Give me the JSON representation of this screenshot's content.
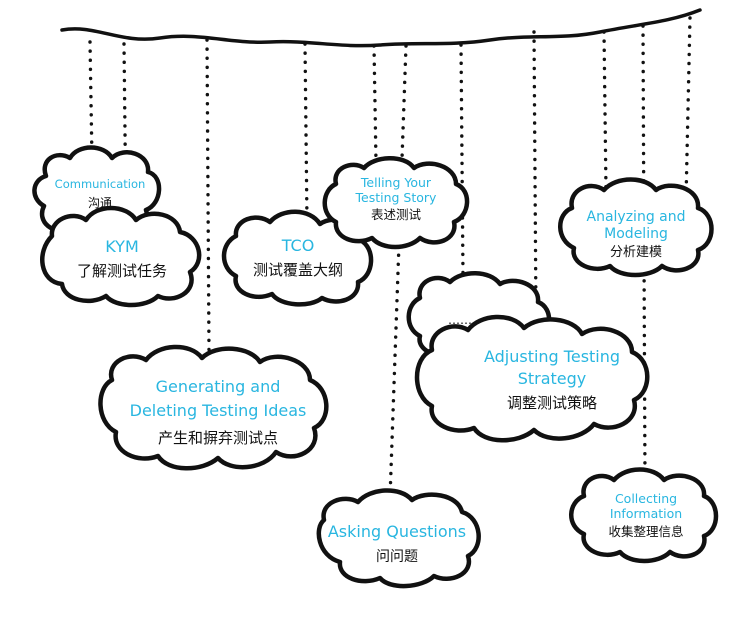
{
  "clouds": [
    {
      "id": "communication",
      "en": [
        "Communication"
      ],
      "zh": "沟通"
    },
    {
      "id": "kym",
      "en": [
        "KYM"
      ],
      "zh": "了解测试任务"
    },
    {
      "id": "tco",
      "en": [
        "TCO"
      ],
      "zh": "测试覆盖大纲"
    },
    {
      "id": "telling-story",
      "en": [
        "Telling Your",
        "Testing Story"
      ],
      "zh": "表述测试"
    },
    {
      "id": "analyzing",
      "en": [
        "Analyzing and",
        "Modeling"
      ],
      "zh": "分析建模"
    },
    {
      "id": "placeholder",
      "en": [],
      "zh": "",
      "dots": "……"
    },
    {
      "id": "adjusting",
      "en": [
        "Adjusting Testing",
        "Strategy"
      ],
      "zh": "调整测试策略"
    },
    {
      "id": "generating",
      "en": [
        "Generating and",
        "Deleting Testing Ideas"
      ],
      "zh": "产生和摒弃测试点"
    },
    {
      "id": "asking",
      "en": [
        "Asking Questions"
      ],
      "zh": "问问题"
    },
    {
      "id": "collecting",
      "en": [
        "Collecting",
        "Information"
      ],
      "zh": "收集整理信息"
    }
  ],
  "colors": {
    "english_text": "#29b6e0",
    "chinese_text": "#111111",
    "outline": "#111111"
  }
}
